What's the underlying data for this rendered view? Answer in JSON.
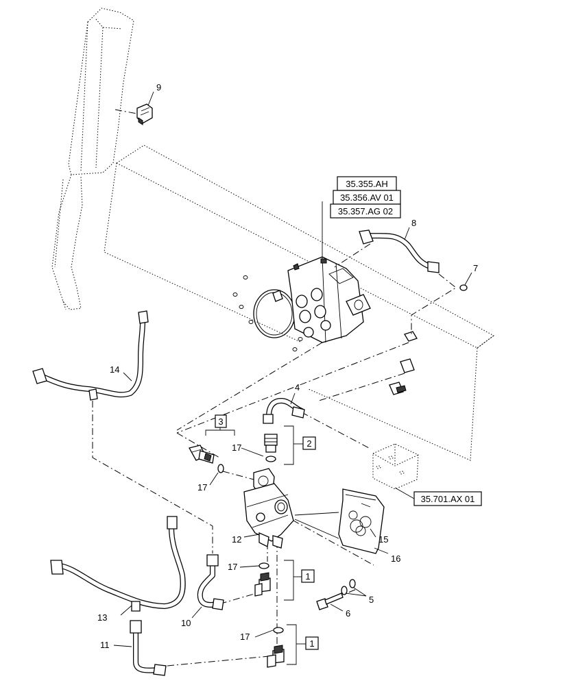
{
  "callouts": {
    "c1": "1",
    "c2": "2",
    "c3": "3",
    "c4": "4",
    "c5": "5",
    "c6": "6",
    "c7": "7",
    "c8": "8",
    "c9": "9",
    "c10": "10",
    "c11": "11",
    "c12": "12",
    "c13": "13",
    "c14": "14",
    "c15": "15",
    "c16": "16",
    "c17": "17"
  },
  "references": {
    "r1": "35.355.AH",
    "r2": "35.356.AV 01",
    "r3": "35.357.AG 02",
    "r4": "35.701.AX 01"
  },
  "icons": [
    "hydraulic-valve-icon",
    "hose-icon",
    "fitting-icon",
    "seal-kit-bag-icon",
    "switch-icon",
    "bolt-icon"
  ]
}
